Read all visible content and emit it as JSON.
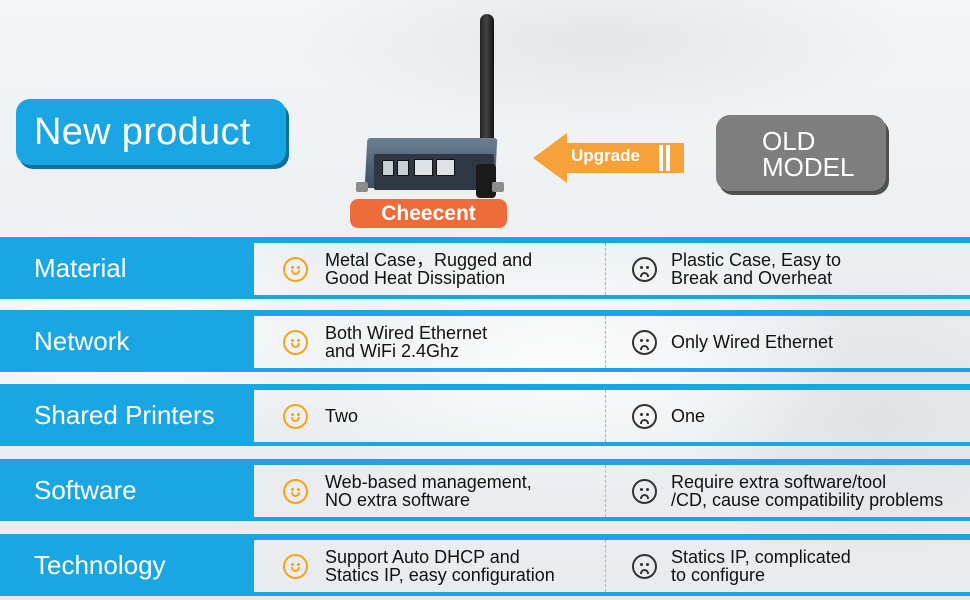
{
  "header": {
    "new_badge": "New product",
    "old_badge_lines": [
      "OLD",
      "MODEL"
    ],
    "upgrade_label": "Upgrade",
    "brand_label": "Cheecent"
  },
  "rows": [
    {
      "label": "Material",
      "new_lines": [
        "Metal Case，Rugged and",
        "Good Heat Dissipation"
      ],
      "old_lines": [
        "Plastic Case, Easy to",
        "Break and Overheat"
      ]
    },
    {
      "label": "Network",
      "new_lines": [
        "Both Wired Ethernet",
        "and WiFi 2.4Ghz"
      ],
      "old_lines": [
        "Only Wired Ethernet"
      ]
    },
    {
      "label": "Shared Printers",
      "new_lines": [
        "Two"
      ],
      "old_lines": [
        "One"
      ]
    },
    {
      "label": "Software",
      "new_lines": [
        "Web-based management,",
        "NO extra software"
      ],
      "old_lines": [
        "Require extra software/tool",
        "/CD, cause compatibility problems"
      ]
    },
    {
      "label": "Technology",
      "new_lines": [
        "Support Auto DHCP and",
        "Statics IP, easy configuration"
      ],
      "old_lines": [
        "Statics IP, complicated",
        "to configure"
      ]
    }
  ],
  "colors": {
    "accent_blue": "#1aa6e3",
    "old_gray": "#7e7e7e",
    "upgrade_orange": "#f7a13a",
    "brand_orange": "#ee6c3a",
    "happy_face": "#f5a31a"
  },
  "icons": {
    "new_column": "smiley-face-icon",
    "old_column": "sad-face-icon"
  }
}
